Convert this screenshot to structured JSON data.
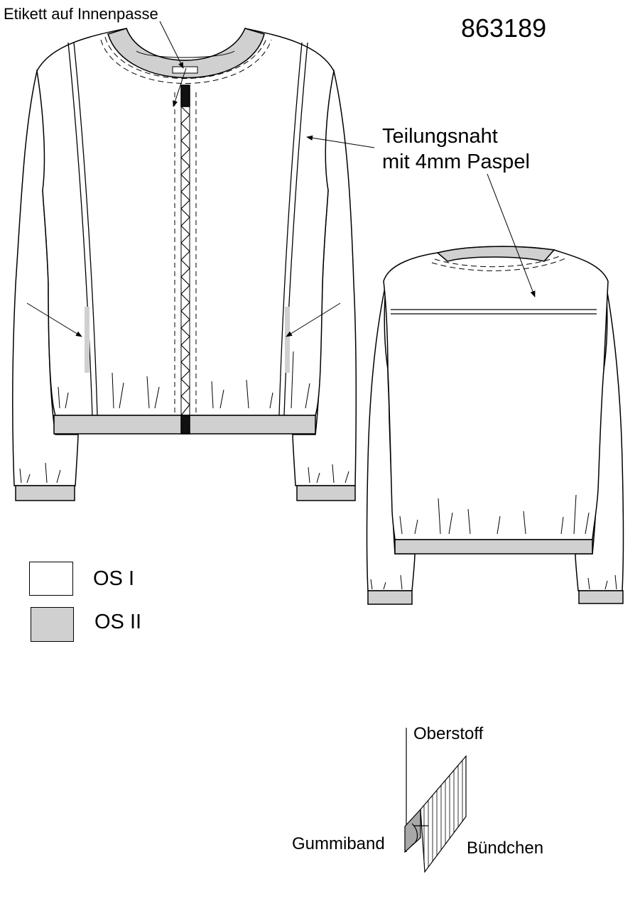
{
  "sheet": {
    "style_number": "863189",
    "labels": {
      "label_position": "Etikett auf Innenpasse",
      "seam_line1": "Teilungsnaht",
      "seam_line2": "mit 4mm Paspel",
      "outer_fabric": "Oberstoff",
      "elastic": "Gummiband",
      "cuff": "Bündchen"
    }
  },
  "legend": {
    "items": [
      {
        "label": "OS I",
        "color": "#ffffff"
      },
      {
        "label": "OS II",
        "color": "#d0d0d0"
      }
    ]
  },
  "colors": {
    "fabric_main": "#ffffff",
    "fabric_contrast": "#d0d0d0",
    "zipper_tab": "#111111",
    "outline": "#000000"
  }
}
